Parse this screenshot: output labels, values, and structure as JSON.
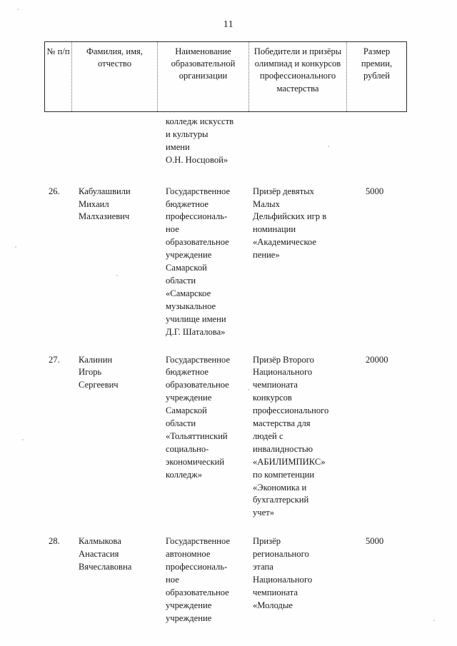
{
  "document": {
    "page_number": "11"
  },
  "table": {
    "headers": [
      {
        "key": "num",
        "label": "№\nп/п"
      },
      {
        "key": "name",
        "label": "Фамилия, имя,\nотчество"
      },
      {
        "key": "org",
        "label": "Наименование\nобразовательной\nорганизации"
      },
      {
        "key": "achv",
        "label": "Победители и\nпризёры олимпиад\nи конкурсов\nпрофессионального\nмастерства"
      },
      {
        "key": "sum",
        "label": "Размер\nпремии,\nрублей"
      }
    ],
    "rows": [
      {
        "continued": true,
        "num": "",
        "name": "",
        "org": "колледж искусств\nи культуры\nимени\nО.Н. Носцовой»",
        "achv": "",
        "sum": ""
      },
      {
        "continued": false,
        "num": "26.",
        "name": "Кабулашвили\nМихаил\nМалхазиевич",
        "org": "Государственное\nбюджетное\nпрофессиональ-\nное\nобразовательное\nучреждение\nСамарской\nобласти\n«Самарское\nмузыкальное\nучилище имени\nД.Г. Шаталова»",
        "achv": "Призёр девятых\nМалых\nДельфийских игр в\nноминации\n«Академическое\nпение»",
        "sum": "5000"
      },
      {
        "continued": false,
        "num": "27.",
        "name": "Калинин\nИгорь\nСергеевич",
        "org": "Государственное\nбюджетное\nобразовательное\nучреждение\nСамарской\nобласти\n«Тольяттинский\nсоциально-\nэкономический\nколледж»",
        "achv": "Призёр Второго\nНационального\nчемпионата\nконкурсов\nпрофессионального\nмастерства для\nлюдей с\nинвалидностью\n«АБИЛИМПИКС»\nпо компетенции\n«Экономика и\nбухгалтерский\nучет»",
        "sum": "20000"
      },
      {
        "continued": false,
        "num": "28.",
        "name": "Калмыкова\nАнастасия\nВячеславовна",
        "org": "Государственное\nавтономное\nпрофессиональ-\nное\nобразовательное\nучреждение\nучреждение",
        "achv": "Призёр\nрегионального\nэтапа\nНационального\nчемпионата\n«Молодые",
        "sum": "5000"
      }
    ]
  },
  "colors": {
    "ink": "#17191c",
    "rule": "#2b2d30",
    "paper": "#fefefe"
  }
}
